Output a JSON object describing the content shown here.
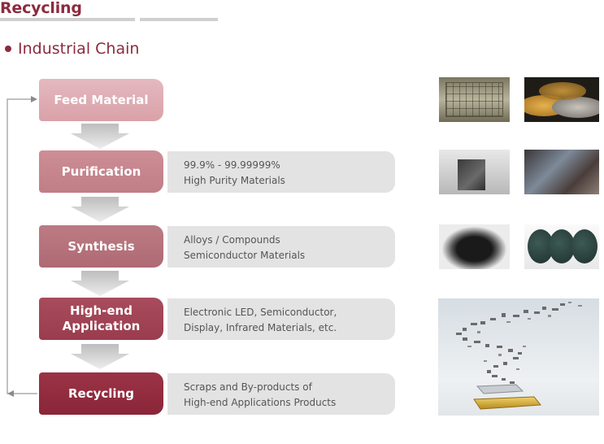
{
  "header": {
    "title": "Recycling"
  },
  "section": {
    "title": "Industrial Chain"
  },
  "chain": {
    "stages": [
      {
        "label_lines": [
          "Feed Material"
        ],
        "desc_lines": []
      },
      {
        "label_lines": [
          "Purification"
        ],
        "desc_lines": [
          "99.9% - 99.99999%",
          "High Purity Materials"
        ]
      },
      {
        "label_lines": [
          "Synthesis"
        ],
        "desc_lines": [
          "Alloys / Compounds",
          "Semiconductor Materials"
        ]
      },
      {
        "label_lines": [
          "High-end",
          "Application"
        ],
        "desc_lines": [
          "Electronic LED, Semiconductor,",
          "Display, Infrared Materials, etc."
        ]
      },
      {
        "label_lines": [
          "Recycling"
        ],
        "desc_lines": [
          "Scraps and By-products of",
          "High-end Applications Products"
        ]
      }
    ]
  },
  "colors": {
    "brand": "#8c2b3f",
    "arrow": "#d2d2d2",
    "description_panel": "#e3e3e3",
    "feedback_line": "#9a9a9a"
  }
}
